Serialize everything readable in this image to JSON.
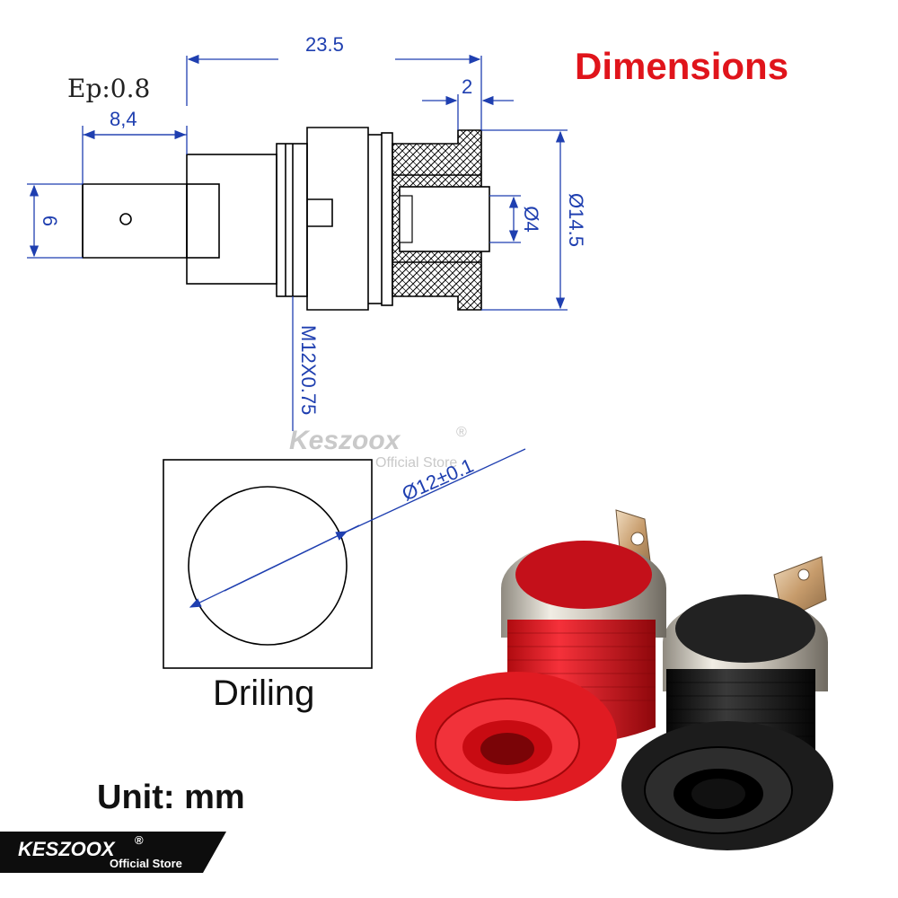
{
  "title": "Dimensions",
  "drawing": {
    "material_note": "Ep:0.8",
    "dimensions": {
      "overall_length": "23.5",
      "flange": "2",
      "tab_length": "8,4",
      "tab_width": "6",
      "bore": "Ø4",
      "outer_diameter": "Ø14.5",
      "thread": "M12X0.75"
    }
  },
  "drilling": {
    "label": "Driling",
    "hole": "Ø12±0.1"
  },
  "unit_note": "Unit: mm",
  "watermark": {
    "brand": "Keszoox",
    "mark": "®",
    "sub": "Official Store"
  },
  "logo": {
    "brand": "KESZOOX",
    "mark": "®",
    "sub": "Official Store"
  },
  "colors": {
    "title": "#e0141b",
    "dimension": "#1f3fb0",
    "socket_red": "#d9141a",
    "socket_black": "#1a1a1a"
  }
}
